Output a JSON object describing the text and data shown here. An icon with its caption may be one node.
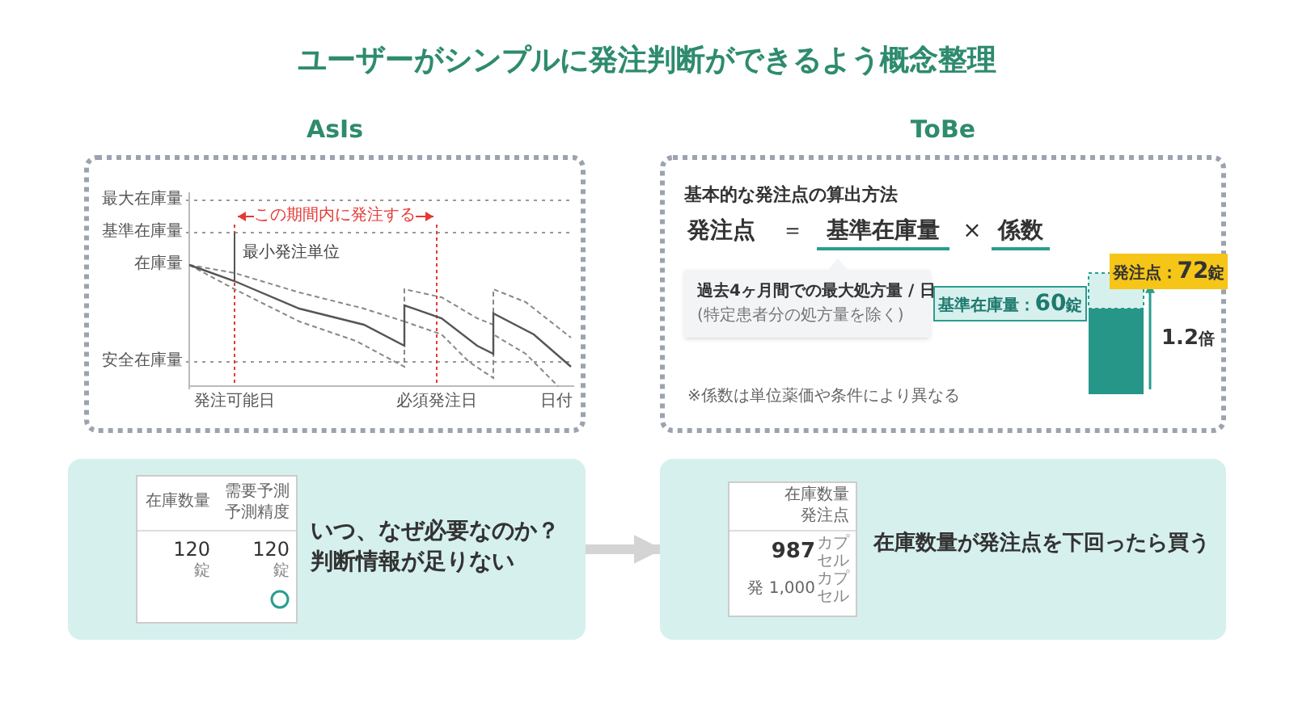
{
  "diagram": {
    "title": "ユーザーがシンプルに発注判断ができるよう概念整理",
    "nodes": [
      {
        "text": [
          "AsIs"
        ]
      },
      {
        "text": [
          "ToBe",
          "基本的な発注点の算出方法"
        ]
      },
      {
        "text": [
          "過去4ヶ月間での最大処方量 / 日",
          "(特定患者分の処方量を除く)"
        ],
        "in": 1
      },
      {
        "text": [
          "発注点：**72**錠"
        ],
        "in": 1
      },
      {
        "text": [
          "基準在庫量：**60**錠"
        ],
        "in": 1
      },
      {
        "text": [
          "いつ、なぜ必要なのか？判断情報が足りない"
        ]
      },
      {
        "text": [
          "在庫数量",
          "需要予測予測精度",
          "120",
          "錠",
          "120",
          "錠"
        ],
        "in": 5
      },
      {
        "text": [
          "在庫数量が発注点を下回ったら買う"
        ]
      },
      {
        "text": [
          "在庫数量",
          "発注点",
          "987",
          "カプセル",
          "発 1,000",
          "カプセル"
        ],
        "in": 7
      }
    ],
    "edges": [
      {
        "from": 5,
        "to": 7,
        "arrow": "to",
        "style": "thick",
        "color": "#d4d4d4"
      },
      {
        "from": null,
        "to": 3,
        "arrow": "to",
        "label": "**1.2**倍",
        "color": "#2a9d8f"
      }
    ],
    "labels": [
      "最大在庫量",
      "この期間内に発注する",
      "基準在庫量",
      "最小発注単位",
      "在庫量",
      "安全在庫量",
      "発注可能日",
      "必須発注日",
      "日付",
      "発注点",
      "＝",
      "基準在庫量",
      "×",
      "係数",
      "※係数は単位薬価や条件により異なる"
    ]
  }
}
